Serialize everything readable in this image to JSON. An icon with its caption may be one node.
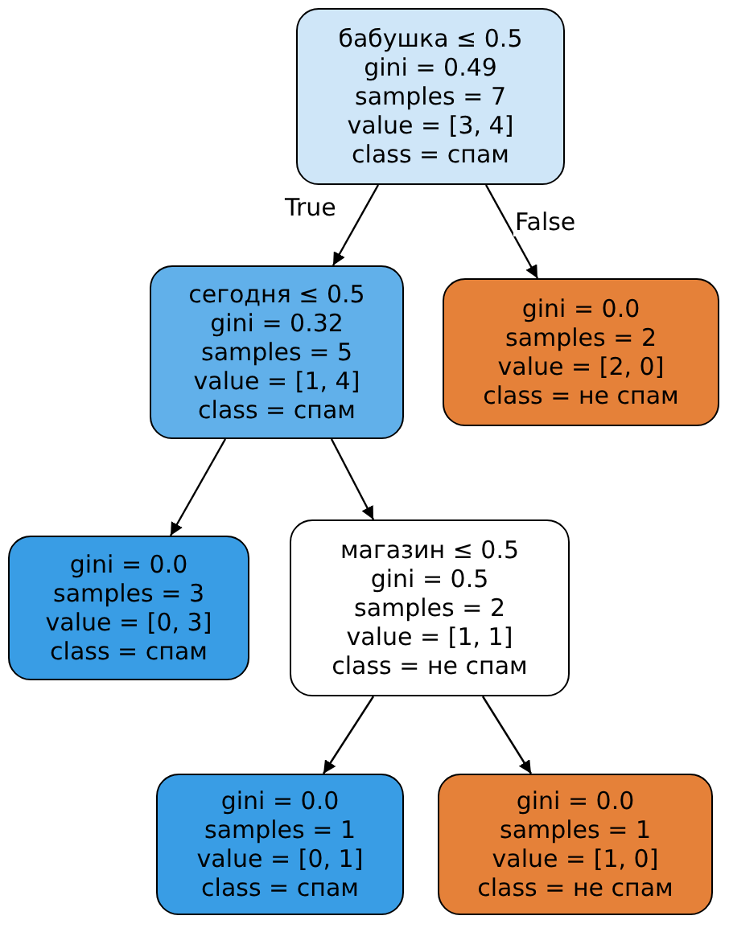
{
  "diagram": {
    "nodes": [
      {
        "text": [
          "бабушка ≤ 0.5",
          "gini = 0.49",
          "samples = 7",
          "value = [3, 4]",
          "class = спам"
        ]
      },
      {
        "text": [
          "сегодня ≤ 0.5",
          "gini = 0.32",
          "samples = 5",
          "value = [1, 4]",
          "class = спам"
        ]
      },
      {
        "text": [
          "gini = 0.0",
          "samples = 2",
          "value = [2, 0]",
          "class = не спам"
        ]
      },
      {
        "text": [
          "gini = 0.0",
          "samples = 3",
          "value = [0, 3]",
          "class = спам"
        ]
      },
      {
        "text": [
          "магазин ≤ 0.5",
          "gini = 0.5",
          "samples = 2",
          "value = [1, 1]",
          "class = не спам"
        ]
      },
      {
        "text": [
          "gini = 0.0",
          "samples = 1",
          "value = [0, 1]",
          "class = спам"
        ]
      },
      {
        "text": [
          "gini = 0.0",
          "samples = 1",
          "value = [1, 0]",
          "class = не спам"
        ]
      }
    ],
    "edges": [
      {
        "from": 0,
        "to": 1,
        "arrow": "to",
        "label": "True"
      },
      {
        "from": 0,
        "to": 2,
        "arrow": "to",
        "label": "False"
      },
      {
        "from": 1,
        "to": 3,
        "arrow": "to"
      },
      {
        "from": 1,
        "to": 4,
        "arrow": "to"
      },
      {
        "from": 4,
        "to": 5,
        "arrow": "to"
      },
      {
        "from": 4,
        "to": 6,
        "arrow": "to"
      }
    ]
  }
}
